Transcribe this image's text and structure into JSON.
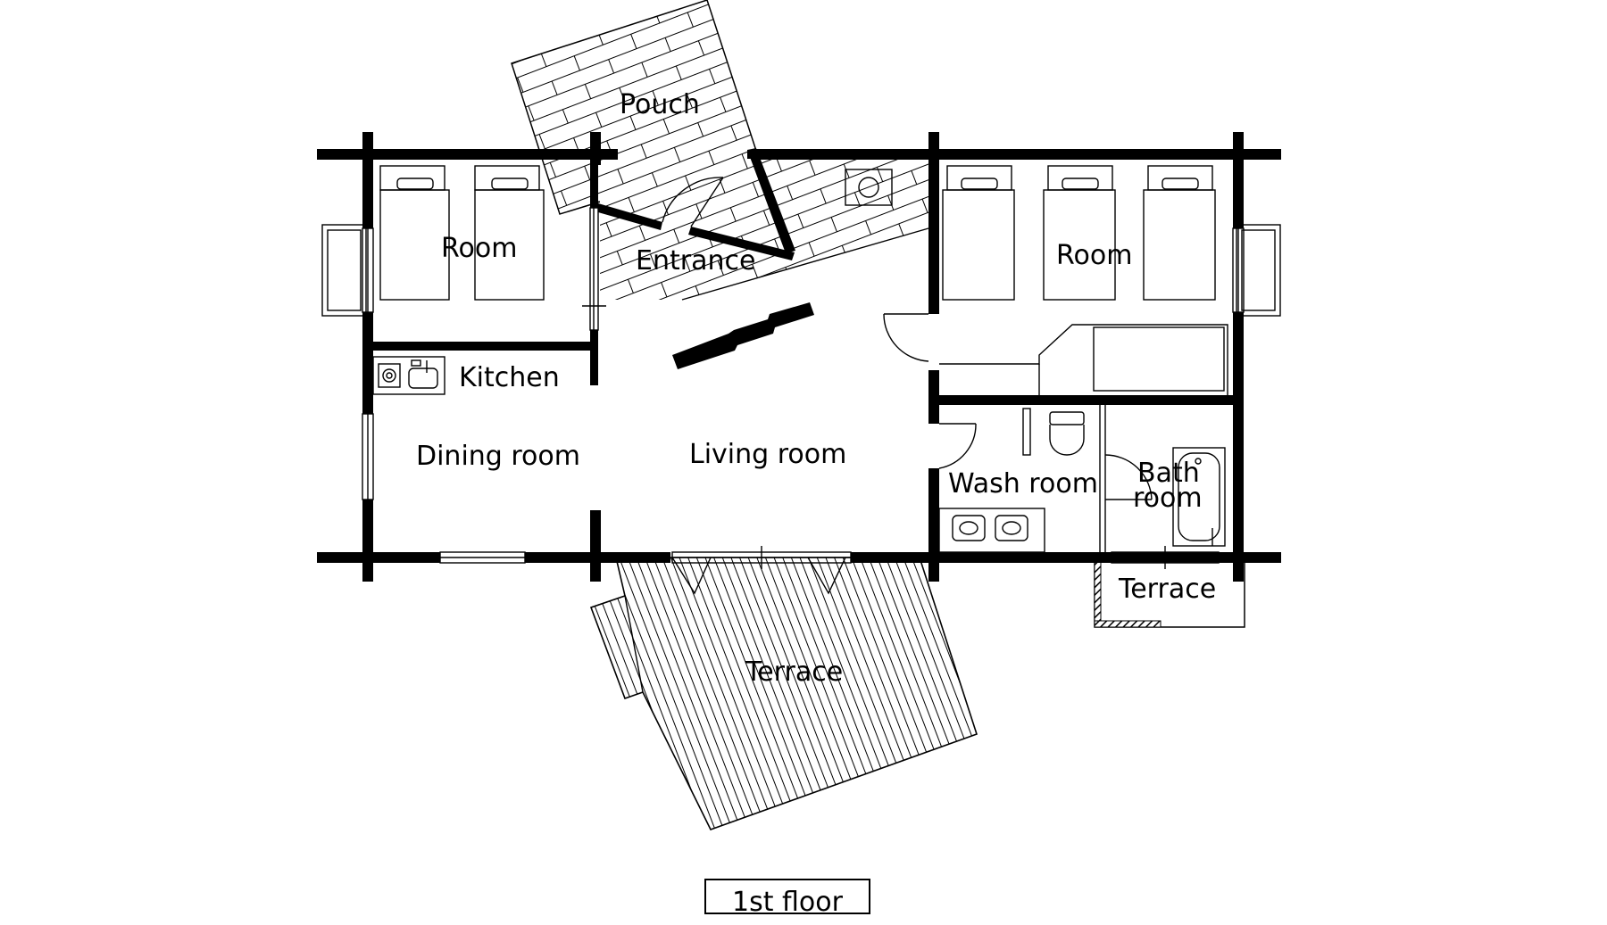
{
  "rooms": {
    "pouch": "Pouch",
    "room_left": "Room",
    "entrance": "Entrance",
    "room_right": "Room",
    "kitchen": "Kitchen",
    "dining": "Dining room",
    "living": "Living room",
    "wash": "Wash room",
    "bath_line1": "Bath",
    "bath_line2": "room",
    "terrace_small": "Terrace",
    "terrace_large": "Terrace"
  },
  "floor_label": "1st floor"
}
